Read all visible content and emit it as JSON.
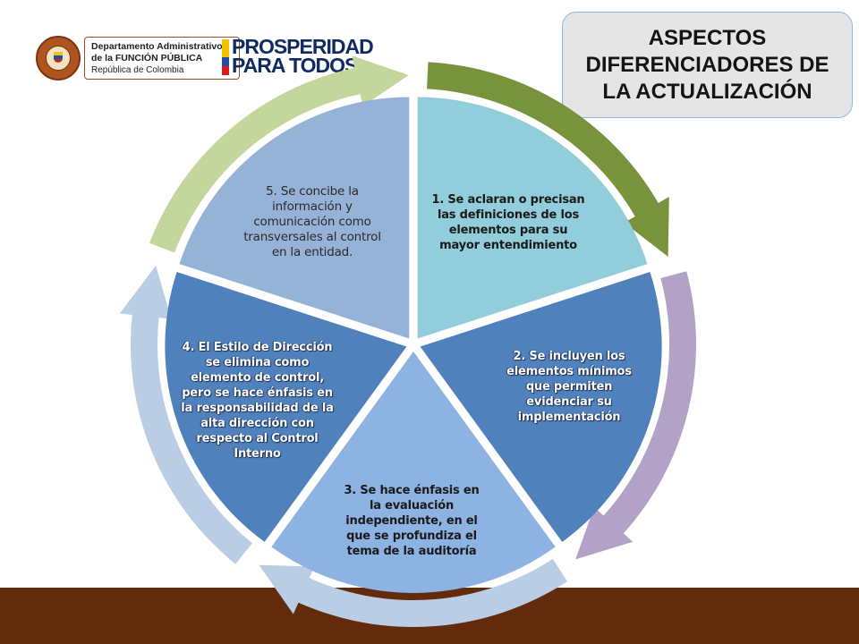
{
  "header": {
    "dept_line1": "Departamento Administrativo",
    "dept_line2": "de la FUNCIÓN PÚBLICA",
    "dept_line3": "República de Colombia",
    "prosperidad_line1": "PROSPERIDAD",
    "prosperidad_line2": "PARA TODOS"
  },
  "title": "ASPECTOS DIFERENCIADORES DE LA ACTUALIZACIÓN",
  "colors": {
    "segment1": "#92cddc",
    "segment2": "#4f81bd",
    "segment3": "#8db3e2",
    "segment4": "#4f81bd",
    "segment5": "#95b3d7",
    "arrow1": "#77933c",
    "arrow2": "#b2a2c7",
    "arrow3": "#b9cde5",
    "arrow4": "#b9cde5",
    "arrow5": "#c3d69b",
    "footer": "#622b0b"
  },
  "segments": [
    {
      "id": 1,
      "text": "1. Se aclaran o precisan las definiciones de los elementos para su mayor entendimiento"
    },
    {
      "id": 2,
      "text": "2. Se incluyen los elementos mínimos que permiten evidenciar su implementación"
    },
    {
      "id": 3,
      "text": "3. Se hace énfasis en la evaluación independiente, en el que se profundiza el tema de la auditoría"
    },
    {
      "id": 4,
      "text": "4. El Estilo de Dirección se elimina como elemento de control, pero se hace énfasis en la responsabilidad de la alta dirección con respecto al Control Interno"
    },
    {
      "id": 5,
      "text": "5. Se concibe la información y comunicación como transversales al control en la entidad."
    }
  ]
}
